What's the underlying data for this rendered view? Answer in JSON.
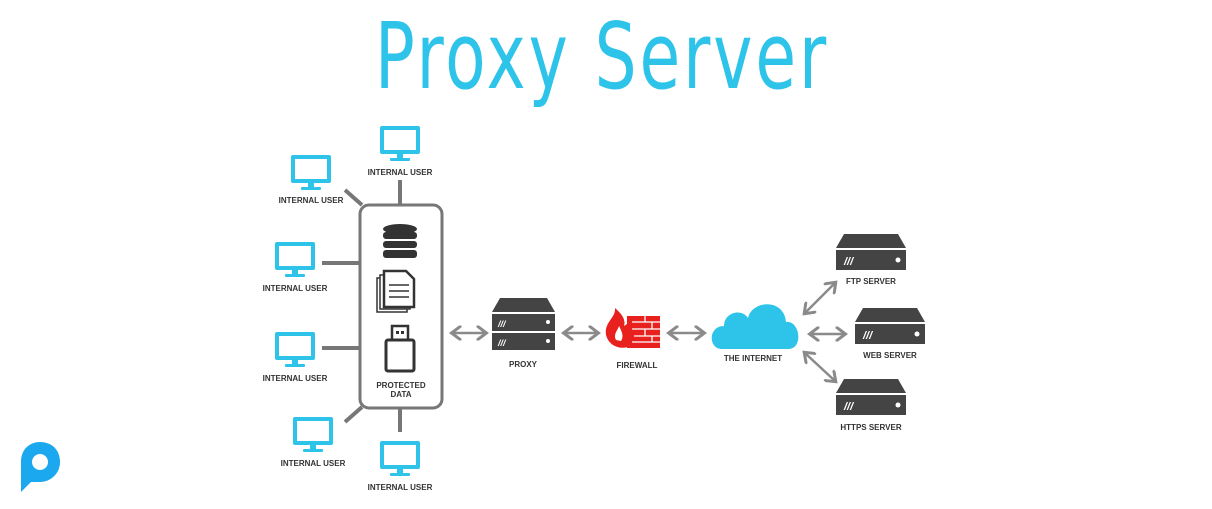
{
  "title": "Proxy Server",
  "internal_users": [
    "INTERNAL USER",
    "INTERNAL USER",
    "INTERNAL USER",
    "INTERNAL USER",
    "INTERNAL USER",
    "INTERNAL USER"
  ],
  "protected_data_label": "PROTECTED DATA",
  "protected_data_lines": [
    "PROTECTED",
    "DATA"
  ],
  "proxy_label": "PROXY",
  "firewall_label": "FIREWALL",
  "internet_label": "THE INTERNET",
  "servers": [
    "FTP SERVER",
    "WEB SERVER",
    "HTTPS SERVER"
  ],
  "colors": {
    "accent": "#2ec4ea",
    "firewall": "#e8211e",
    "server": "#444444",
    "connector": "#8a8a8a"
  }
}
